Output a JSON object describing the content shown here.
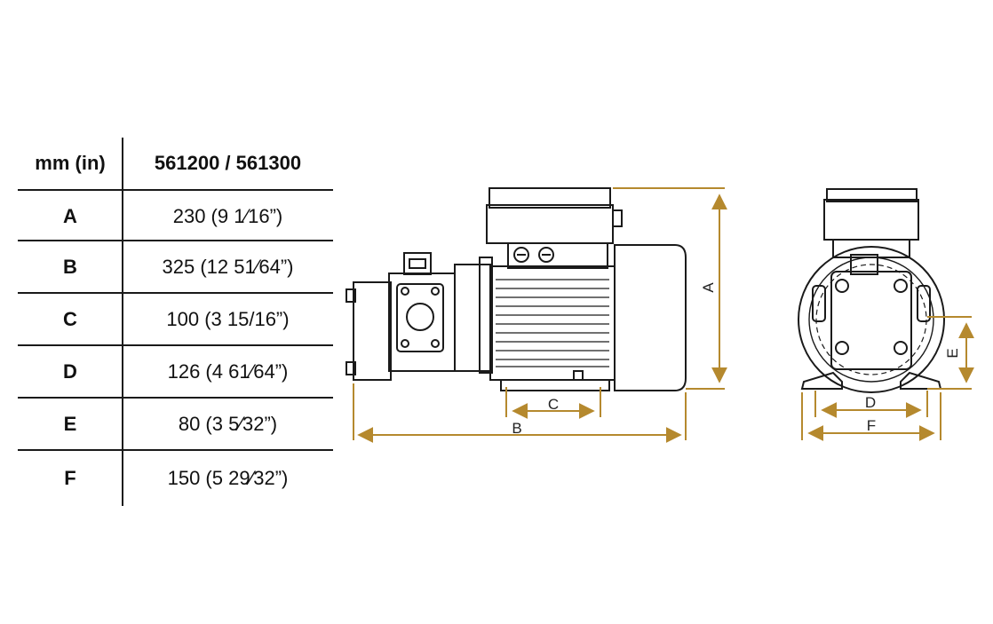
{
  "table": {
    "header_unit": "mm (in)",
    "header_model": "561200 / 561300",
    "rows": [
      {
        "label": "A",
        "value": "230 (9 1⁄16”)"
      },
      {
        "label": "B",
        "value": "325 (12 51⁄64”)"
      },
      {
        "label": "C",
        "value": "100 (3 15/16”)"
      },
      {
        "label": "D",
        "value": "126 (4 61⁄64”)"
      },
      {
        "label": "E",
        "value": "80 (3 5⁄32”)"
      },
      {
        "label": "F",
        "value": "150 (5 29⁄32”)"
      }
    ]
  },
  "drawing": {
    "dimension_labels": {
      "A": "A",
      "B": "B",
      "C": "C",
      "D": "D",
      "E": "E",
      "F": "F"
    },
    "dimension_color": "#b5892e",
    "line_color": "#1a1a1a"
  }
}
